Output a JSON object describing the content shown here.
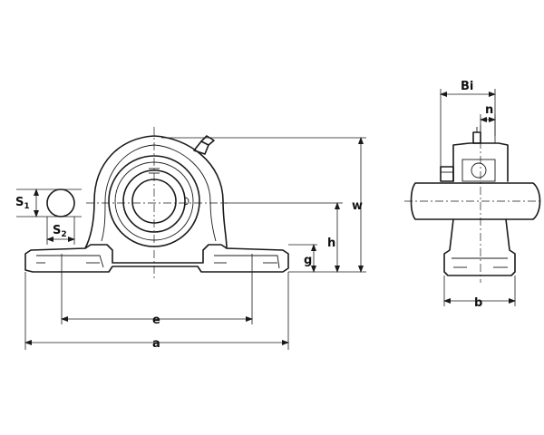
{
  "dimensions": {
    "S": "S",
    "S1_sub": "1",
    "S2_sub": "2",
    "e": "e",
    "a": "a",
    "g": "g",
    "h": "h",
    "w": "w",
    "Bi": "Bi",
    "n": "n",
    "b": "b"
  }
}
